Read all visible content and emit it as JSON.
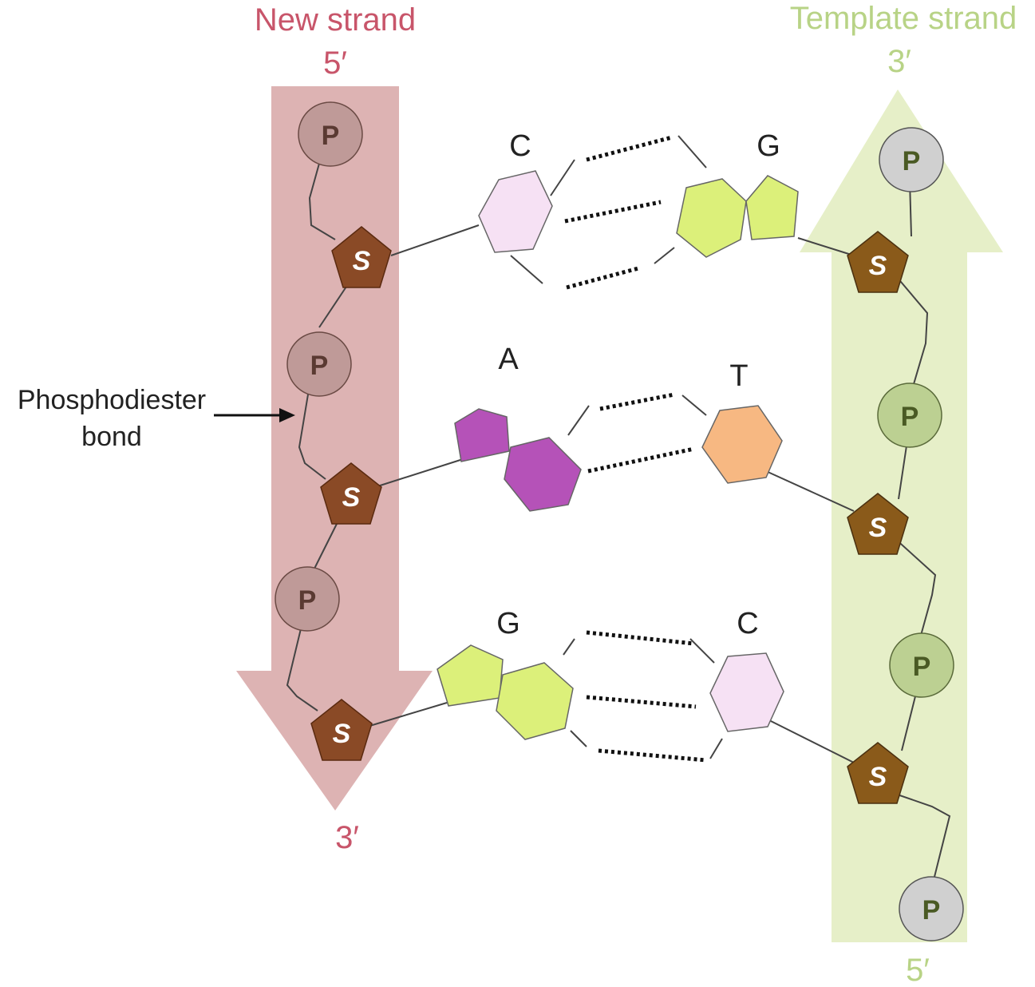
{
  "labels": {
    "new_strand": "New strand",
    "new_strand_top": "5′",
    "new_strand_bottom": "3′",
    "template_strand": "Template strand",
    "template_strand_top": "3′",
    "template_strand_bottom": "5′",
    "phosphodiester": "Phosphodiester",
    "phosphodiester_2": "bond"
  },
  "symbols": {
    "phosphate": "P",
    "sugar": "S"
  },
  "pairs": [
    {
      "left_base": "C",
      "right_base": "G",
      "hydrogen_bonds": 3
    },
    {
      "left_base": "A",
      "right_base": "T",
      "hydrogen_bonds": 2
    },
    {
      "left_base": "G",
      "right_base": "C",
      "hydrogen_bonds": 3
    }
  ],
  "colors": {
    "new_strand": "#d98b98",
    "new_strand_arrow": "#ddb3b3",
    "template_strand": "#b3cf78",
    "template_strand_arrow": "#e6efc8",
    "sugar_fill": "#8a4a26",
    "new_phosphate_fill": "#bf9a98",
    "template_phosphate_grey": "#d0d0d0",
    "template_phosphate_green": "#bcd092",
    "cytosine": "#f6e1f4",
    "guanine": "#dcf07a",
    "adenine": "#b552b8",
    "thymine": "#f7b882"
  }
}
